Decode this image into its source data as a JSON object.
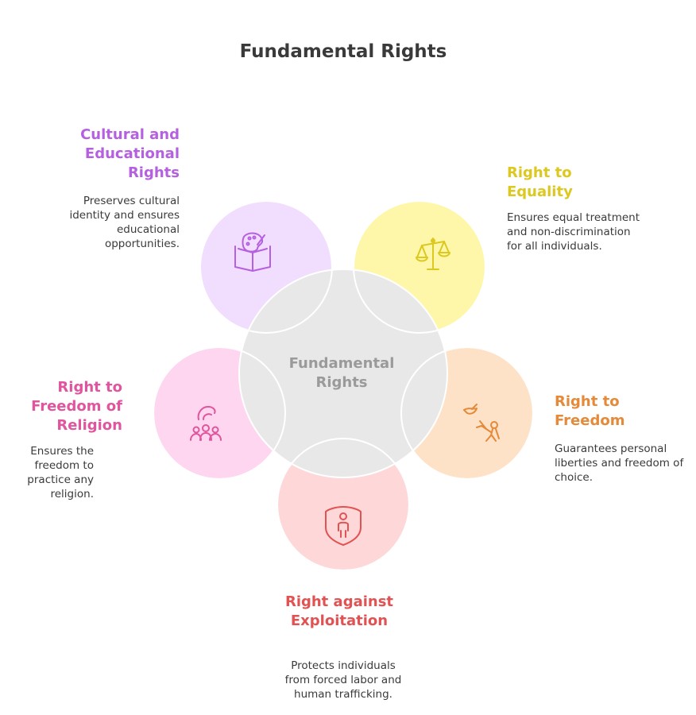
{
  "title": "Fundamental Rights",
  "center": {
    "label": "Fundamental Rights",
    "fill": "#e8e8e8"
  },
  "petals": [
    {
      "id": "cultural",
      "heading": "Cultural and Educational Rights",
      "description": "Preserves cultural identity and ensures educational opportunities.",
      "color": "#b560e0",
      "fill": "#f1ddfd",
      "icon": "palette-book-icon"
    },
    {
      "id": "equality",
      "heading": "Right to Equality",
      "description": "Ensures equal treatment and non-discrimination for all individuals.",
      "color": "#dcc81e",
      "fill": "#fef7a9",
      "icon": "scales-icon"
    },
    {
      "id": "freedom",
      "heading": "Right to Freedom",
      "description": "Guarantees personal liberties and freedom of choice.",
      "color": "#e48a38",
      "fill": "#fee2c8",
      "icon": "dove-release-icon"
    },
    {
      "id": "exploitation",
      "heading": "Right against Exploitation",
      "description": "Protects individuals from forced labor and human trafficking.",
      "color": "#e25252",
      "fill": "#fed8d8",
      "icon": "shield-person-icon"
    },
    {
      "id": "religion",
      "heading": "Right to Freedom of Religion",
      "description": "Ensures the freedom to practice any religion.",
      "color": "#e0559e",
      "fill": "#fed6ef",
      "icon": "group-worship-icon"
    }
  ]
}
